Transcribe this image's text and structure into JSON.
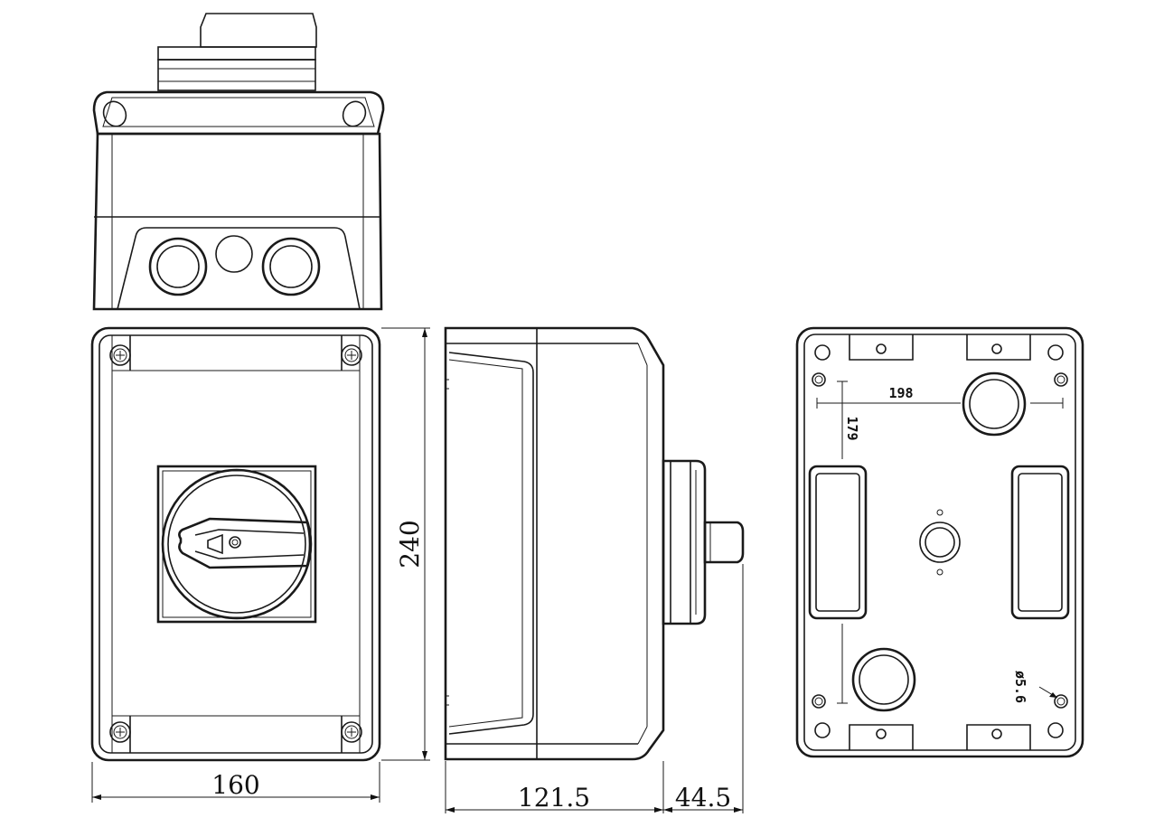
{
  "dimensions": {
    "width": "160",
    "height": "240",
    "depth_body": "121.5",
    "depth_handle": "44.5",
    "mount_horizontal": "198",
    "mount_vertical": "179",
    "hole_diameter": "ø5.6"
  },
  "caption": "",
  "colors": {
    "line": "#1a1a1a",
    "background": "#ffffff"
  }
}
